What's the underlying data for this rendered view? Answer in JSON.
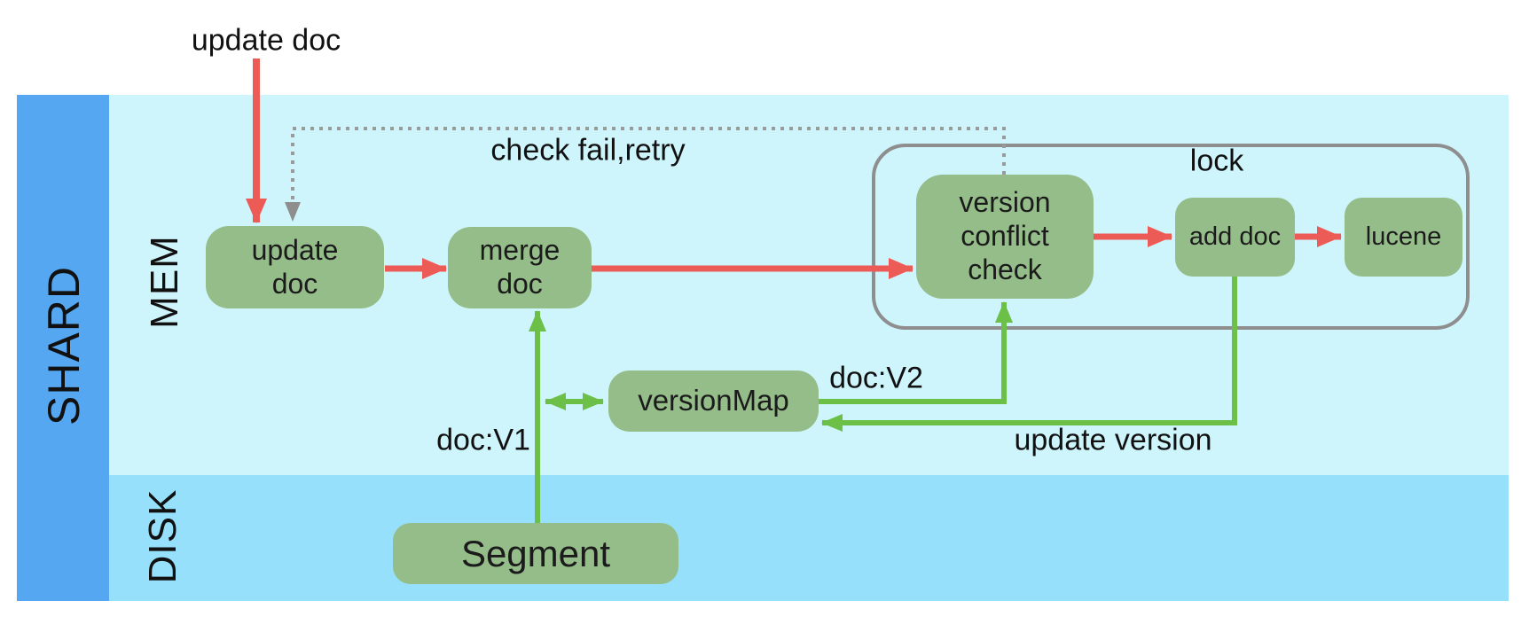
{
  "diagram": {
    "external_label": "update doc",
    "regions": {
      "shard": "SHARD",
      "mem": "MEM",
      "disk": "DISK"
    },
    "nodes": {
      "update_doc": {
        "line1": "update",
        "line2": "doc"
      },
      "merge_doc": {
        "line1": "merge",
        "line2": "doc"
      },
      "version_conflict_check": {
        "line1": "version",
        "line2": "conflict",
        "line3": "check"
      },
      "add_doc": {
        "label": "add doc"
      },
      "lucene": {
        "label": "lucene"
      },
      "version_map": {
        "label": "versionMap"
      },
      "segment": {
        "label": "Segment"
      }
    },
    "edge_labels": {
      "check_fail_retry": "check fail,retry",
      "lock": "lock",
      "doc_v1": "doc:V1",
      "doc_v2": "doc:V2",
      "update_version": "update version"
    },
    "colors": {
      "shard_band": "#55a7f2",
      "mem_band": "#cff5fc",
      "disk_band": "#97e0fb",
      "node_fill": "#95bd8a",
      "red_arrow": "#ed5b57",
      "green_arrow": "#6cbf47",
      "gray_dotted": "#9a9a9a",
      "lock_border": "#8e8e8e",
      "text": "#1b1b1b"
    }
  }
}
